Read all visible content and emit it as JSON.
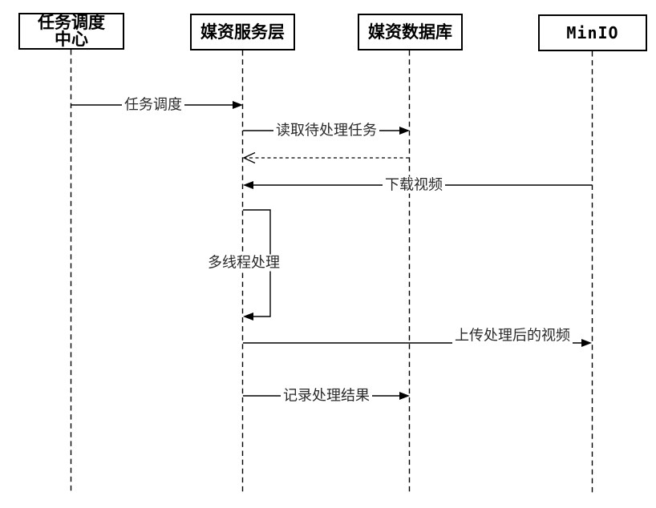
{
  "diagram": {
    "type": "uml-sequence",
    "colors": {
      "background": "#ffffff",
      "line": "#000000",
      "text": "#2a2a2a"
    },
    "participants": [
      {
        "id": "task-scheduling-center",
        "line1": "任务调度",
        "line2": "中心"
      },
      {
        "id": "media-service-layer",
        "label": "媒资服务层"
      },
      {
        "id": "media-database",
        "label": "媒资数据库"
      },
      {
        "id": "minio",
        "label": "MinIO"
      }
    ],
    "messages": [
      {
        "label": "任务调度",
        "from": "任务调度中心",
        "to": "媒资服务层",
        "line": "solid",
        "arrow": "filled"
      },
      {
        "label": "读取待处理任务",
        "from": "媒资服务层",
        "to": "媒资数据库",
        "line": "solid",
        "arrow": "filled"
      },
      {
        "label": "",
        "from": "媒资数据库",
        "to": "媒资服务层",
        "line": "dashed",
        "arrow": "open"
      },
      {
        "label": "下载视频",
        "from": "MinIO",
        "to": "媒资服务层",
        "line": "solid",
        "arrow": "filled"
      },
      {
        "label": "多线程处理",
        "from": "媒资服务层",
        "to": "媒资服务层",
        "line": "solid",
        "arrow": "filled",
        "kind": "self-loop"
      },
      {
        "label": "上传处理后的视频",
        "from": "媒资服务层",
        "to": "MinIO",
        "line": "solid",
        "arrow": "filled"
      },
      {
        "label": "记录处理结果",
        "from": "媒资服务层",
        "to": "媒资数据库",
        "line": "solid",
        "arrow": "filled"
      }
    ]
  }
}
